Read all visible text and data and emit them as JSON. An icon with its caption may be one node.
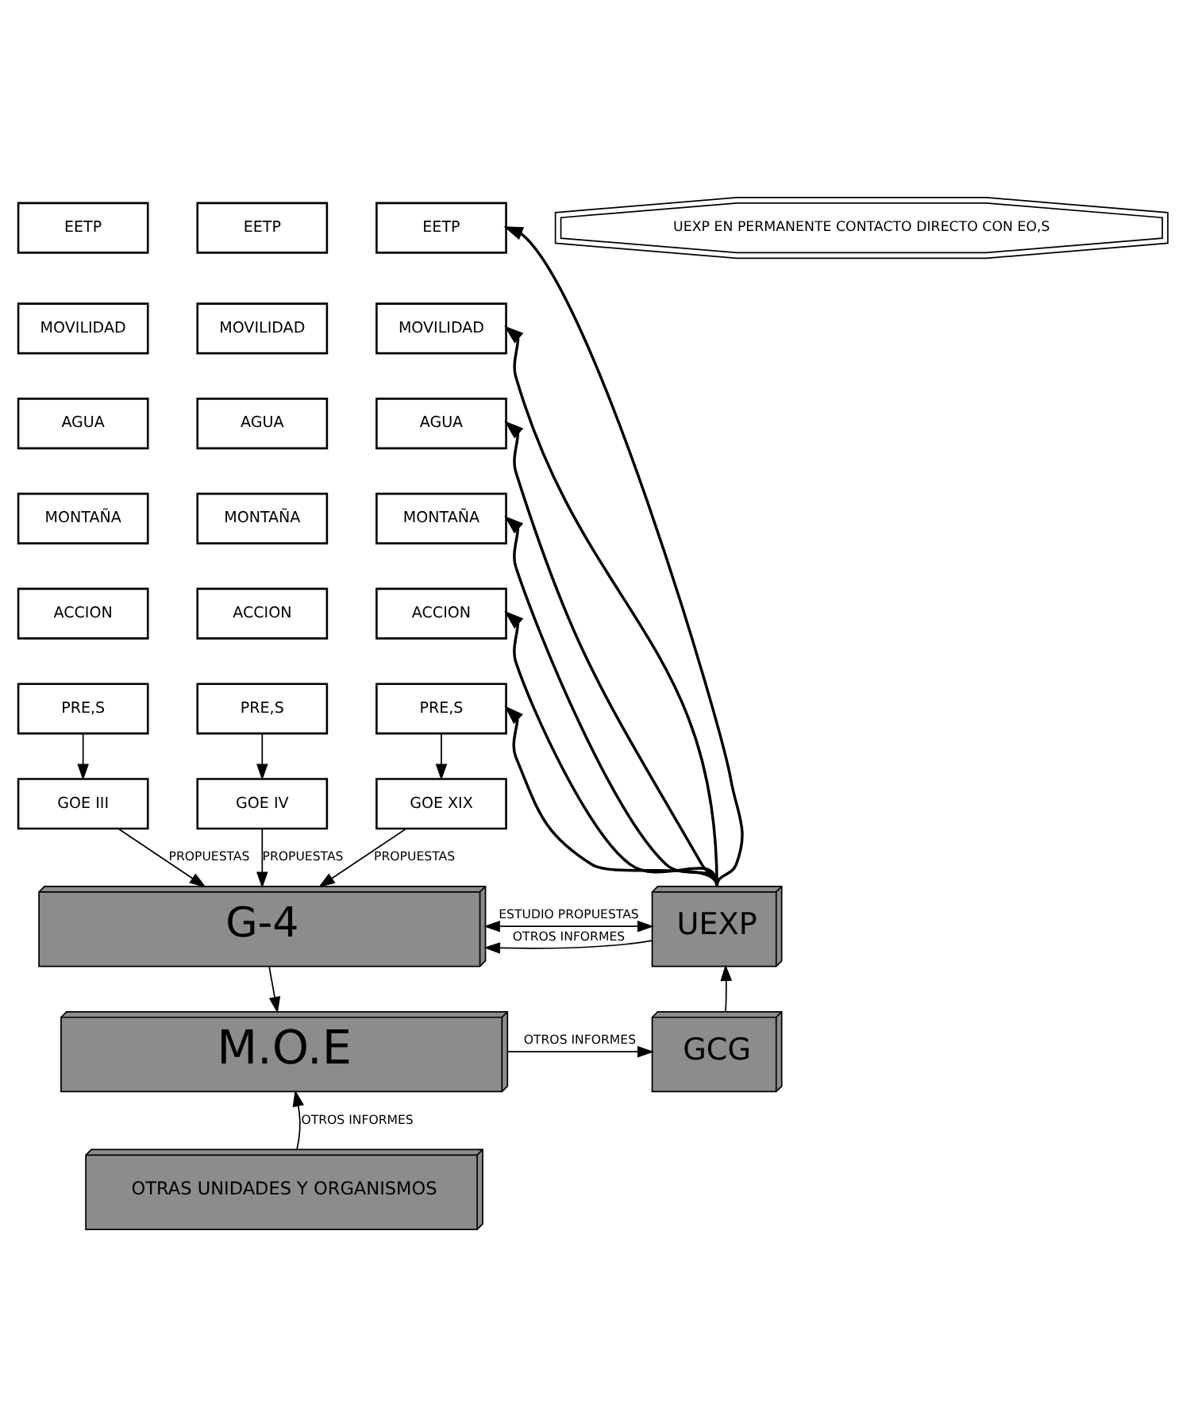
{
  "diagram": {
    "nodes": [
      {
        "text": [
          "EETP"
        ]
      },
      {
        "text": [
          "EETP"
        ]
      },
      {
        "text": [
          "EETP"
        ]
      },
      {
        "text": [
          "MOVILIDAD"
        ]
      },
      {
        "text": [
          "MOVILIDAD"
        ]
      },
      {
        "text": [
          "MOVILIDAD"
        ]
      },
      {
        "text": [
          "AGUA"
        ]
      },
      {
        "text": [
          "AGUA"
        ]
      },
      {
        "text": [
          "AGUA"
        ]
      },
      {
        "text": [
          "MONTAÑA"
        ]
      },
      {
        "text": [
          "MONTAÑA"
        ]
      },
      {
        "text": [
          "MONTAÑA"
        ]
      },
      {
        "text": [
          "ACCION"
        ]
      },
      {
        "text": [
          "ACCION"
        ]
      },
      {
        "text": [
          "ACCION"
        ]
      },
      {
        "text": [
          "PRE,S"
        ]
      },
      {
        "text": [
          "PRE,S"
        ]
      },
      {
        "text": [
          "PRE,S"
        ]
      },
      {
        "text": [
          "GOE III"
        ]
      },
      {
        "text": [
          "GOE IV"
        ]
      },
      {
        "text": [
          "GOE XIX"
        ]
      },
      {
        "text": [
          "UEXP EN PERMANENTE CONTACTO DIRECTO CON EO,S"
        ]
      },
      {
        "text": [
          "G-4"
        ]
      },
      {
        "text": [
          "UEXP"
        ]
      },
      {
        "text": [
          "M.O.E"
        ]
      },
      {
        "text": [
          "GCG"
        ]
      },
      {
        "text": [
          "OTRAS UNIDADES Y ORGANISMOS"
        ]
      }
    ],
    "edges": [
      {
        "from": 15,
        "to": 18,
        "arrow": "to"
      },
      {
        "from": 16,
        "to": 19,
        "arrow": "to"
      },
      {
        "from": 17,
        "to": 20,
        "arrow": "to"
      },
      {
        "from": 18,
        "to": 22,
        "arrow": "to",
        "label": "PROPUESTAS"
      },
      {
        "from": 19,
        "to": 22,
        "arrow": "to",
        "label": "PROPUESTAS"
      },
      {
        "from": 20,
        "to": 22,
        "arrow": "to",
        "label": "PROPUESTAS"
      },
      {
        "from": 23,
        "to": 2,
        "arrow": "to"
      },
      {
        "from": 23,
        "to": 5,
        "arrow": "to"
      },
      {
        "from": 23,
        "to": 8,
        "arrow": "to"
      },
      {
        "from": 23,
        "to": 11,
        "arrow": "to"
      },
      {
        "from": 23,
        "to": 14,
        "arrow": "to"
      },
      {
        "from": 23,
        "to": 17,
        "arrow": "to"
      },
      {
        "from": 22,
        "to": 23,
        "arrow": "both",
        "label": "ESTUDIO PROPUESTAS"
      },
      {
        "from": 23,
        "to": 22,
        "arrow": "to",
        "label": "OTROS INFORMES"
      },
      {
        "from": 25,
        "to": 23,
        "arrow": "to"
      },
      {
        "from": 22,
        "to": 24,
        "arrow": "to"
      },
      {
        "from": 24,
        "to": 25,
        "arrow": "to",
        "label": "OTROS INFORMES"
      },
      {
        "from": 26,
        "to": 24,
        "arrow": "to",
        "label": "OTROS INFORMES"
      }
    ]
  }
}
